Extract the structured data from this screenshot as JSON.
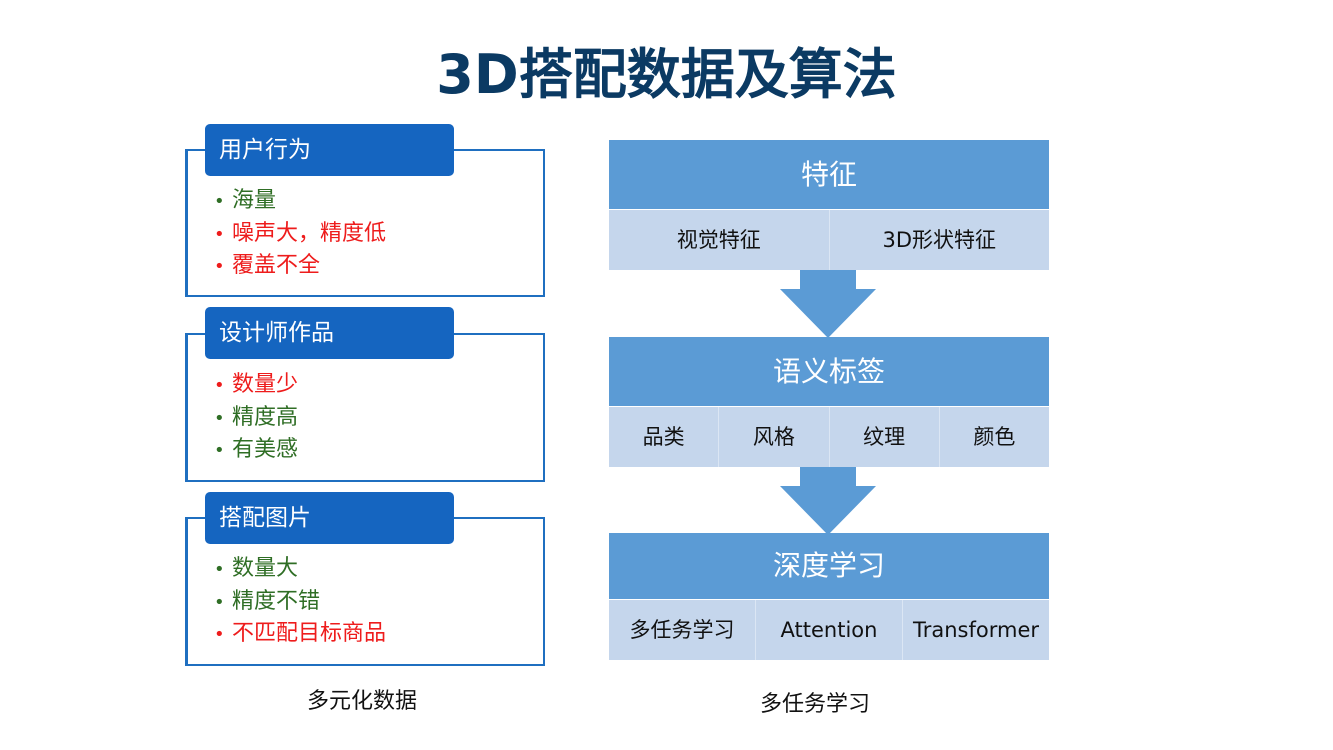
{
  "title": "3D搭配数据及算法",
  "left": {
    "panels": [
      {
        "header": "用户行为",
        "bullets": [
          {
            "text": "海量",
            "color": "#2f6e25"
          },
          {
            "text": "噪声大，精度低",
            "color": "#ee1c1c"
          },
          {
            "text": "覆盖不全",
            "color": "#ee1c1c"
          }
        ]
      },
      {
        "header": "设计师作品",
        "bullets": [
          {
            "text": "数量少",
            "color": "#ee1c1c"
          },
          {
            "text": "精度高",
            "color": "#2f6e25"
          },
          {
            "text": "有美感",
            "color": "#2f6e25"
          }
        ]
      },
      {
        "header": "搭配图片",
        "bullets": [
          {
            "text": "数量大",
            "color": "#2f6e25"
          },
          {
            "text": "精度不错",
            "color": "#2f6e25"
          },
          {
            "text": "不匹配目标商品",
            "color": "#ee1c1c"
          }
        ]
      }
    ],
    "caption": "多元化数据"
  },
  "right": {
    "blocks": [
      {
        "header": "特征",
        "cells": [
          "视觉特征",
          "3D形状特征"
        ]
      },
      {
        "header": "语义标签",
        "cells": [
          "品类",
          "风格",
          "纹理",
          "颜色"
        ]
      },
      {
        "header": "深度学习",
        "cells": [
          "多任务学习",
          "Attention",
          "Transformer"
        ]
      }
    ],
    "caption": "多任务学习"
  },
  "colors": {
    "title": "#0b3a63",
    "panel_header": "#1565c0",
    "block_header": "#5b9bd5",
    "block_row": "#c5d6ec",
    "positive": "#2f6e25",
    "negative": "#ee1c1c"
  }
}
